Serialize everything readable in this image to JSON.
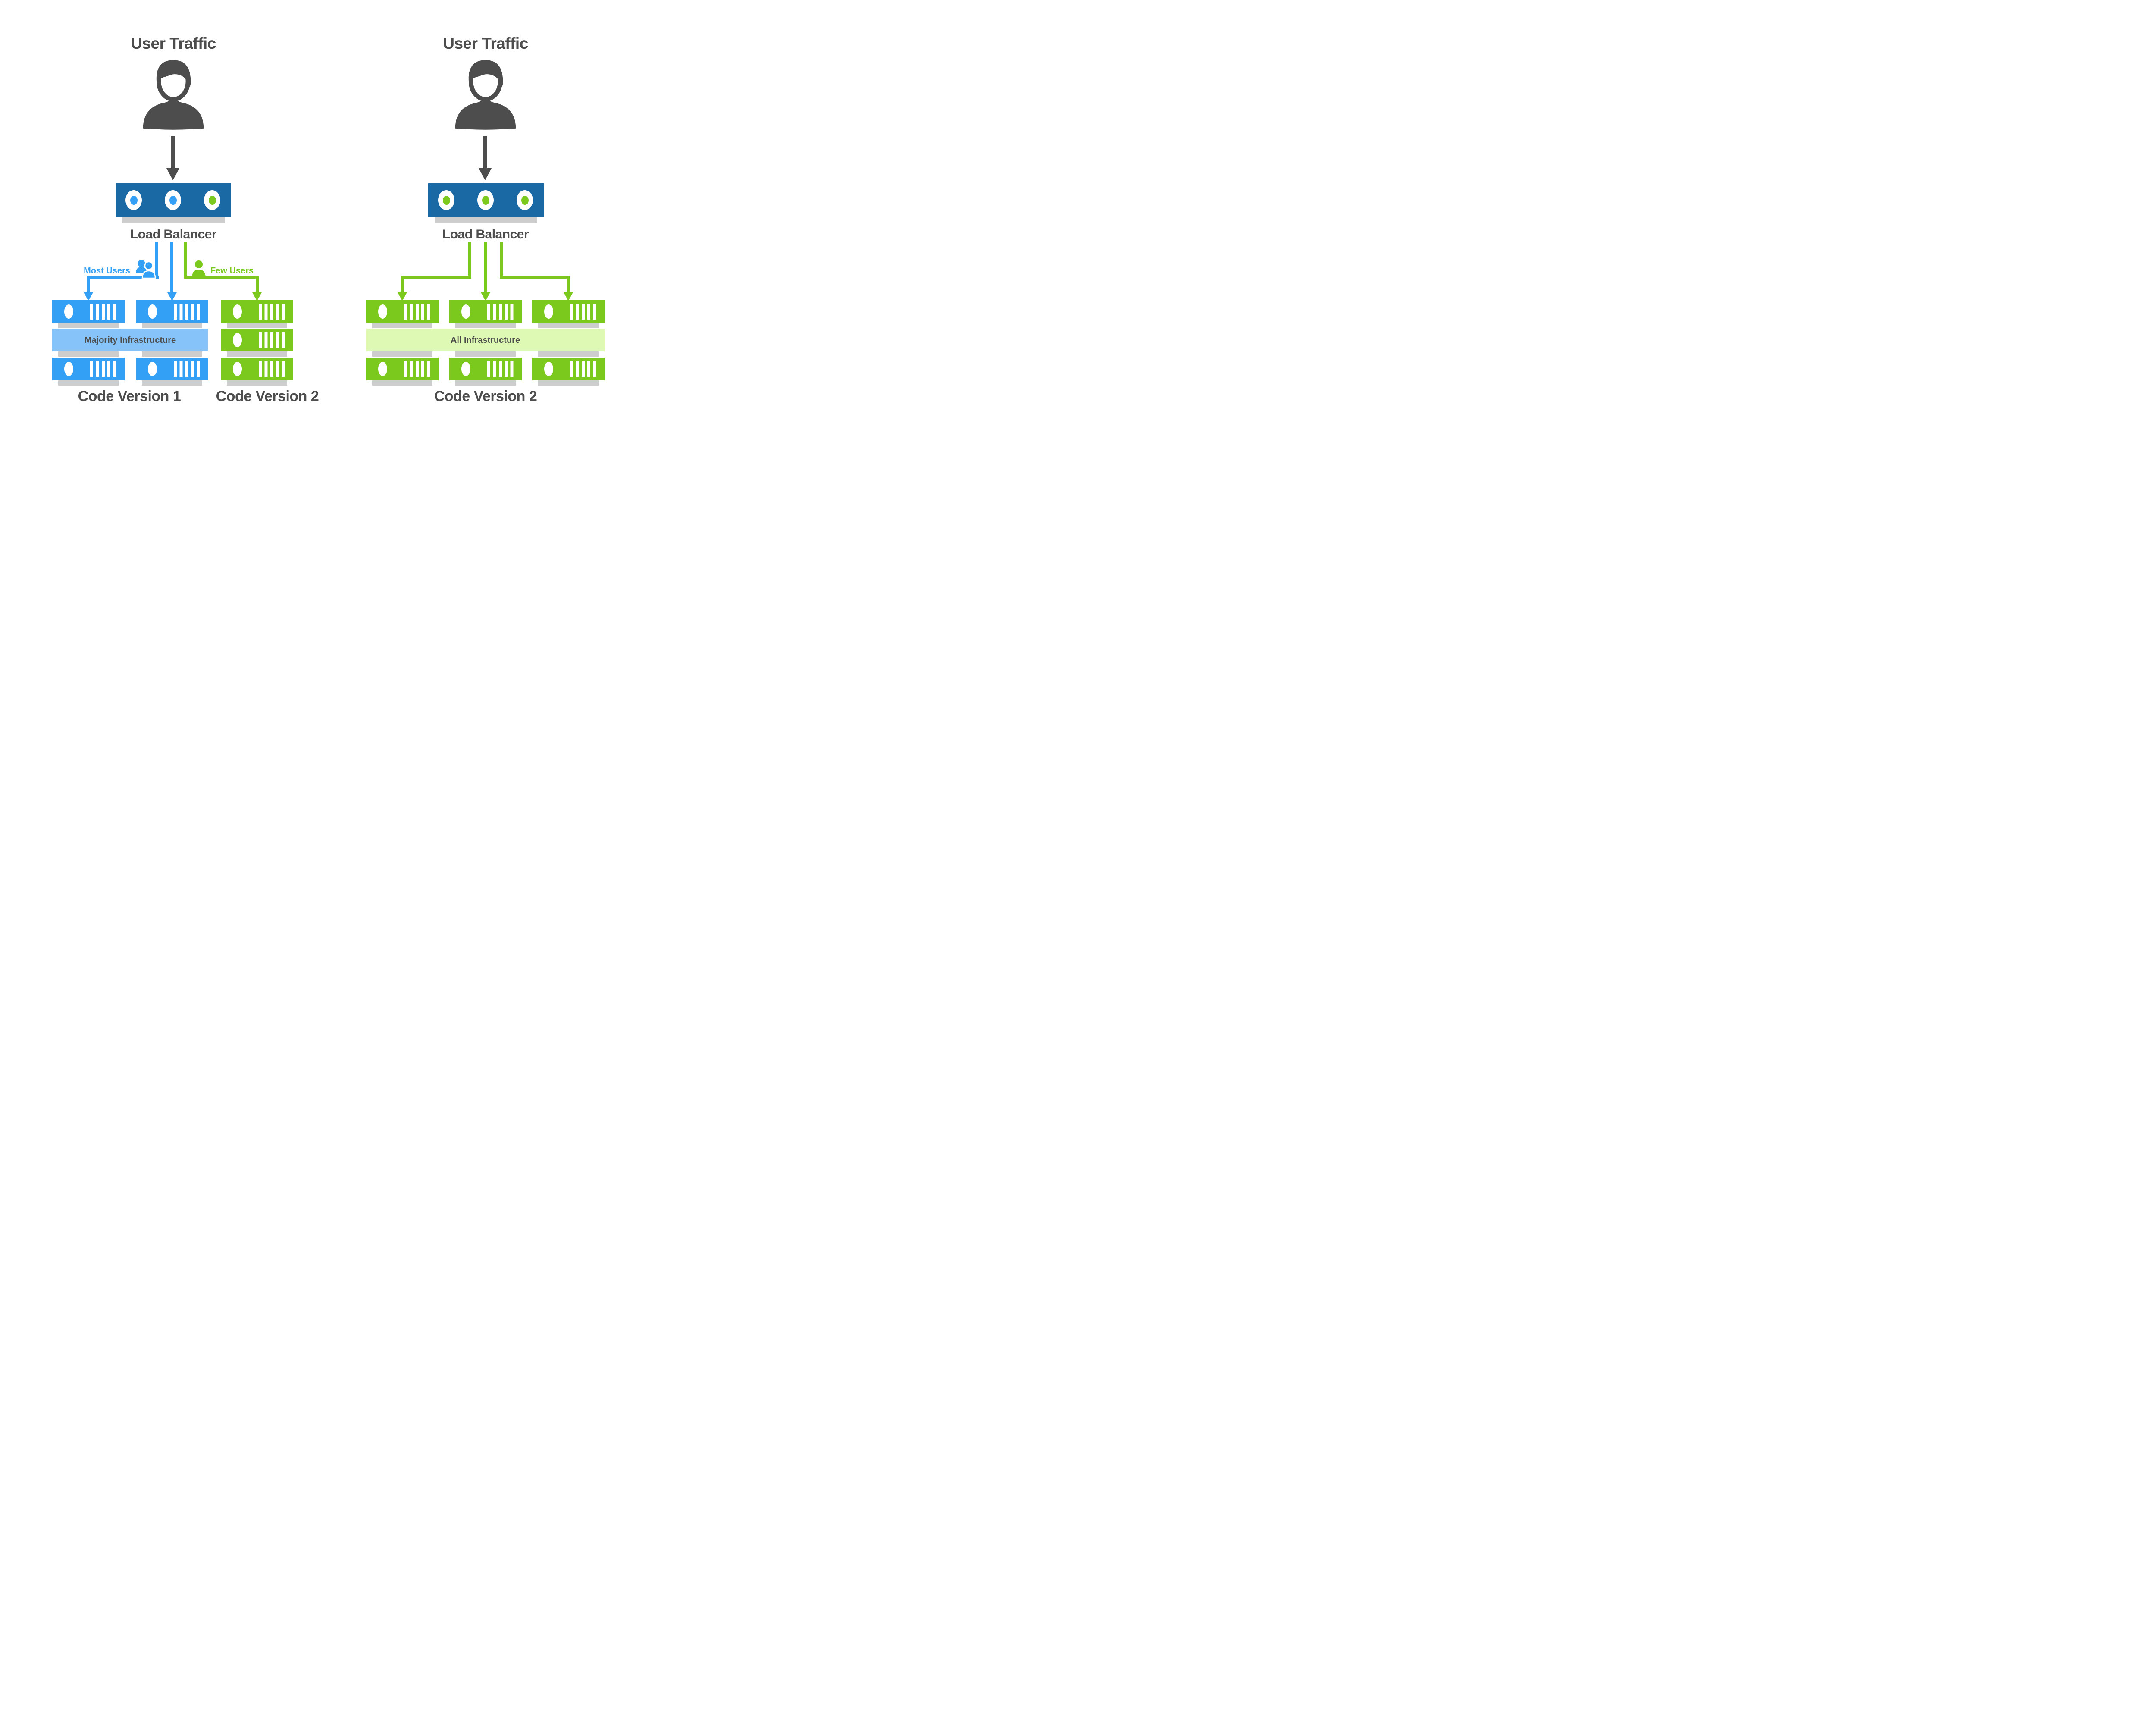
{
  "colors": {
    "text-dark": "#4d4d4d",
    "lb-blue": "#1a69a4",
    "blue": "#33a0f5",
    "band-blue": "#85c3f8",
    "green": "#7cc91e",
    "band-green": "#def9b3",
    "shadow": "#cdcdcd",
    "white": "#ffffff"
  },
  "left_panel": {
    "title": "User Traffic",
    "load_balancer_label": "Load Balancer",
    "lb_dot_colors": [
      "#33a0f5",
      "#33a0f5",
      "#7cc91e"
    ],
    "branch_most_label": "Most Users",
    "branch_few_label": "Few Users",
    "infrastructure_band_label": "Majority Infrastructure",
    "caption_blue_group": "Code Version 1",
    "caption_green_group": "Code Version 2"
  },
  "right_panel": {
    "title": "User Traffic",
    "load_balancer_label": "Load Balancer",
    "lb_dot_colors": [
      "#7cc91e",
      "#7cc91e",
      "#7cc91e"
    ],
    "infrastructure_band_label": "All Infrastructure",
    "caption": "Code Version 2"
  }
}
